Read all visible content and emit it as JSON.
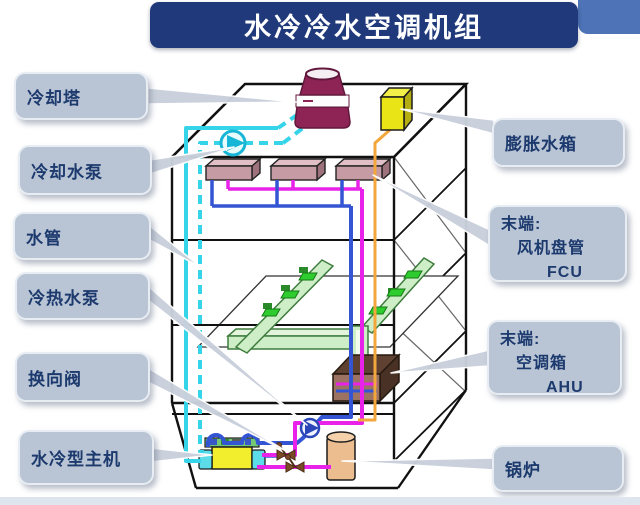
{
  "header": {
    "title": "水冷冷水空调机组"
  },
  "callouts": {
    "cooling_tower": {
      "text": "冷却塔"
    },
    "cooling_water_pump": {
      "text": "冷却水泵"
    },
    "water_pipe": {
      "text": "水管"
    },
    "chilled_hot_water_pump": {
      "text": "冷热水泵"
    },
    "reversing_valve": {
      "text": "换向阀"
    },
    "water_cooled_main_unit": {
      "text": "水冷型主机"
    },
    "expansion_tank": {
      "text": "膨胀水箱"
    },
    "terminal_fcu": {
      "lines": [
        "末端:",
        "风机盘管",
        "FCU"
      ]
    },
    "terminal_ahu": {
      "lines": [
        "末端:",
        "空调箱",
        "AHU"
      ]
    },
    "boiler": {
      "text": "锅炉"
    }
  },
  "colors": {
    "banner_bg": "#20397a",
    "corner_bar": "#4e73b6",
    "label_bg": "#b9c5d4",
    "label_text": "#1d3a6e",
    "pipe_cooling_water_cyan": "#35d4e8",
    "pipe_return_blue": "#3355d4",
    "pipe_supply_magenta": "#e822e8",
    "pipe_expansion_orange": "#f2a63c",
    "duct_green": "#cdeec6",
    "diffuser_green": "#2ecc2e",
    "cooling_tower_maroon": "#8e2456",
    "expansion_tank_yellow": "#e9e416",
    "ahu_brown": "#9c7263",
    "boiler_tan": "#ecbd8e",
    "chiller_yellow": "#f2ee2e",
    "valve_brown": "#7a4a28"
  }
}
